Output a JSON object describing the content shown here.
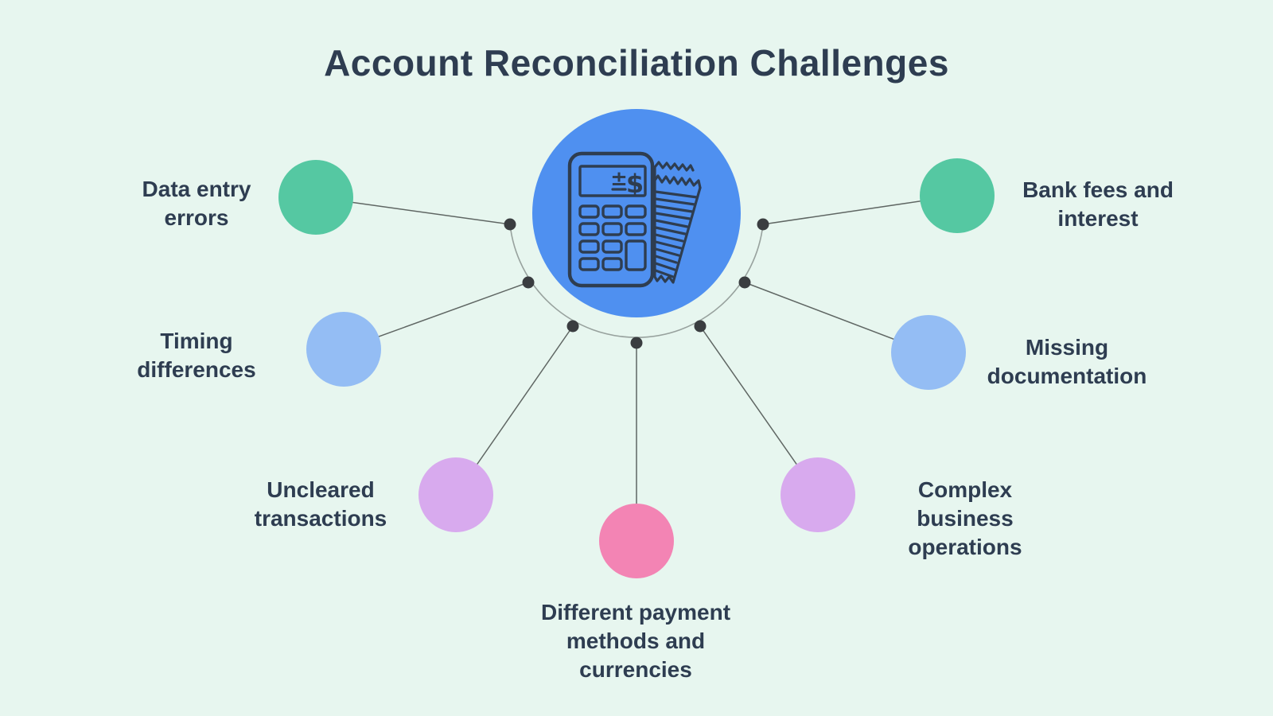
{
  "title": "Account Reconciliation Challenges",
  "colors": {
    "background": "#e7f6ef",
    "text": "#2e3d51",
    "center_circle": "#4f90f0",
    "icon_stroke": "#2e3d50",
    "connector": "#5f6663",
    "arc": "#98a29e",
    "dot": "#3a3d40"
  },
  "center_icon": {
    "name": "calculator-receipt-icon",
    "display_plus_minus": "±",
    "display_currency": "$"
  },
  "challenges": [
    {
      "id": "data-entry-errors",
      "label": "Data entry\nerrors",
      "color": "#55c8a2"
    },
    {
      "id": "timing-differences",
      "label": "Timing\ndifferences",
      "color": "#94bdf4"
    },
    {
      "id": "uncleared-transactions",
      "label": "Uncleared\ntransactions",
      "color": "#d8aaee"
    },
    {
      "id": "different-payment-methods",
      "label": "Different payment\nmethods and\ncurrencies",
      "color": "#f384b4"
    },
    {
      "id": "complex-business-operations",
      "label": "Complex\nbusiness\noperations",
      "color": "#d8aaee"
    },
    {
      "id": "missing-documentation",
      "label": "Missing\ndocumentation",
      "color": "#94bdf4"
    },
    {
      "id": "bank-fees-and-interest",
      "label": "Bank fees and\ninterest",
      "color": "#55c8a2"
    }
  ]
}
